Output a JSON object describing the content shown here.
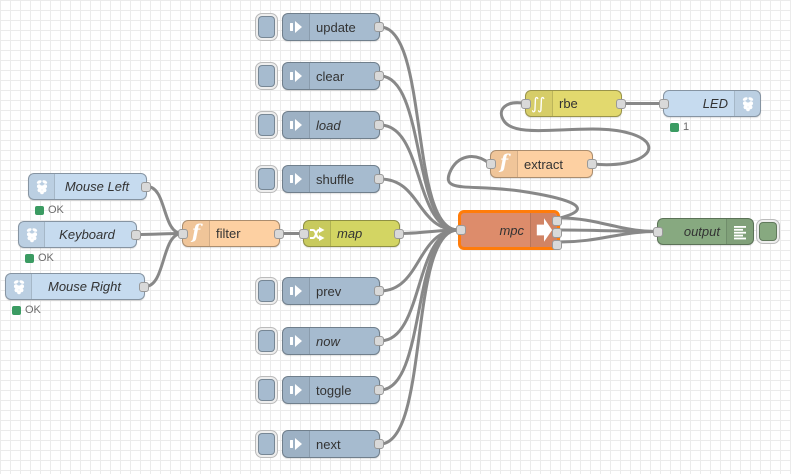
{
  "app": "Node-RED flow editor canvas",
  "palette": {
    "canvas_bg": "#ffffff",
    "grid_line": "#ebebeb",
    "wire": "#888888",
    "node_text": "#333333",
    "status_text": "#6b6b6b",
    "status_green": "#3b9b62",
    "port_fill": "#d9d9d9",
    "port_border": "#999999",
    "selected_border": "#ff7c0a",
    "inject": "#a6bbcf",
    "rpi": "#c6dbef",
    "function": "#fdd0a2",
    "map": "#d3d563",
    "rbe": "#e2d96e",
    "mpc": "#dd8c6b",
    "debug": "#87a980"
  },
  "nodes": {
    "update": {
      "label": "update"
    },
    "clear": {
      "label": "clear"
    },
    "load": {
      "label": "load"
    },
    "shuffle": {
      "label": "shuffle"
    },
    "prev": {
      "label": "prev"
    },
    "now": {
      "label": "now"
    },
    "toggle": {
      "label": "toggle"
    },
    "next": {
      "label": "next"
    },
    "mouse_left": {
      "label": "Mouse Left",
      "status": "OK"
    },
    "keyboard": {
      "label": "Keyboard",
      "status": "OK"
    },
    "mouse_right": {
      "label": "Mouse Right",
      "status": "OK"
    },
    "filter": {
      "label": "filter"
    },
    "map": {
      "label": "map"
    },
    "mpc": {
      "label": "mpc"
    },
    "extract": {
      "label": "extract"
    },
    "rbe": {
      "label": "rbe"
    },
    "led": {
      "label": "LED",
      "status": "1"
    },
    "output": {
      "label": "output"
    }
  }
}
